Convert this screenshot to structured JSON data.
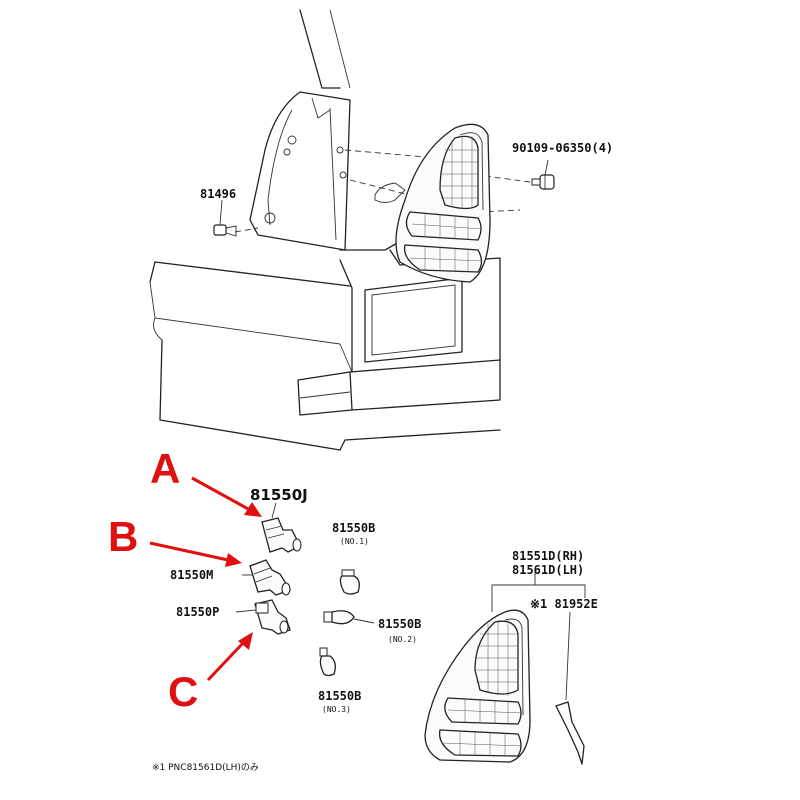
{
  "parts": {
    "bolt_upper": "90109-06350(4)",
    "clip": "81496",
    "socket_a": "81550J",
    "socket_b": "81550M",
    "socket_c": "81550P",
    "bulb_no1": "81550B",
    "bulb_no1_note": "(NO.1)",
    "bulb_no2": "81550B",
    "bulb_no2_note": "(NO.2)",
    "bulb_no3": "81550B",
    "bulb_no3_note": "(NO.3)",
    "lamp_rh": "81551D(RH)",
    "lamp_lh": "81561D(LH)",
    "gasket": "※1 81952E"
  },
  "callouts": {
    "a": "A",
    "b": "B",
    "c": "C",
    "color": "#e01010"
  },
  "footnote": "※1 PNC81561D(LH)のみ"
}
